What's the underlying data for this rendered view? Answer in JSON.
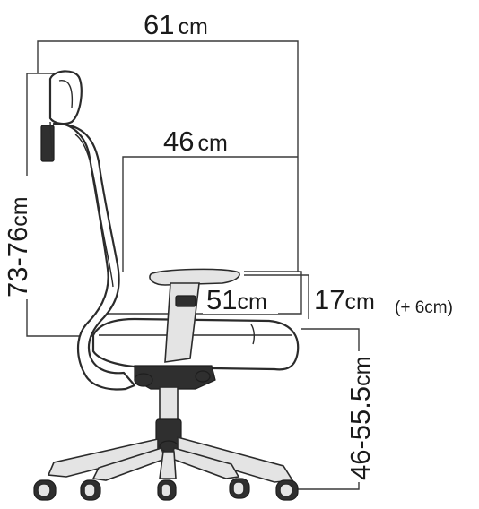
{
  "dimensions": {
    "overall_depth": {
      "value": "61",
      "unit": "cm"
    },
    "seat_depth": {
      "value": "46",
      "unit": "cm"
    },
    "back_height": {
      "value": "73-76",
      "unit": "cm"
    },
    "seat_width": {
      "value": "51",
      "unit": "cm"
    },
    "armrest_height": {
      "value": "17",
      "unit": "cm",
      "adjustment": "(+ 6cm)"
    },
    "seat_height": {
      "value": "46-55.5",
      "unit": "cm"
    }
  },
  "illustration": "office-chair-side-view"
}
